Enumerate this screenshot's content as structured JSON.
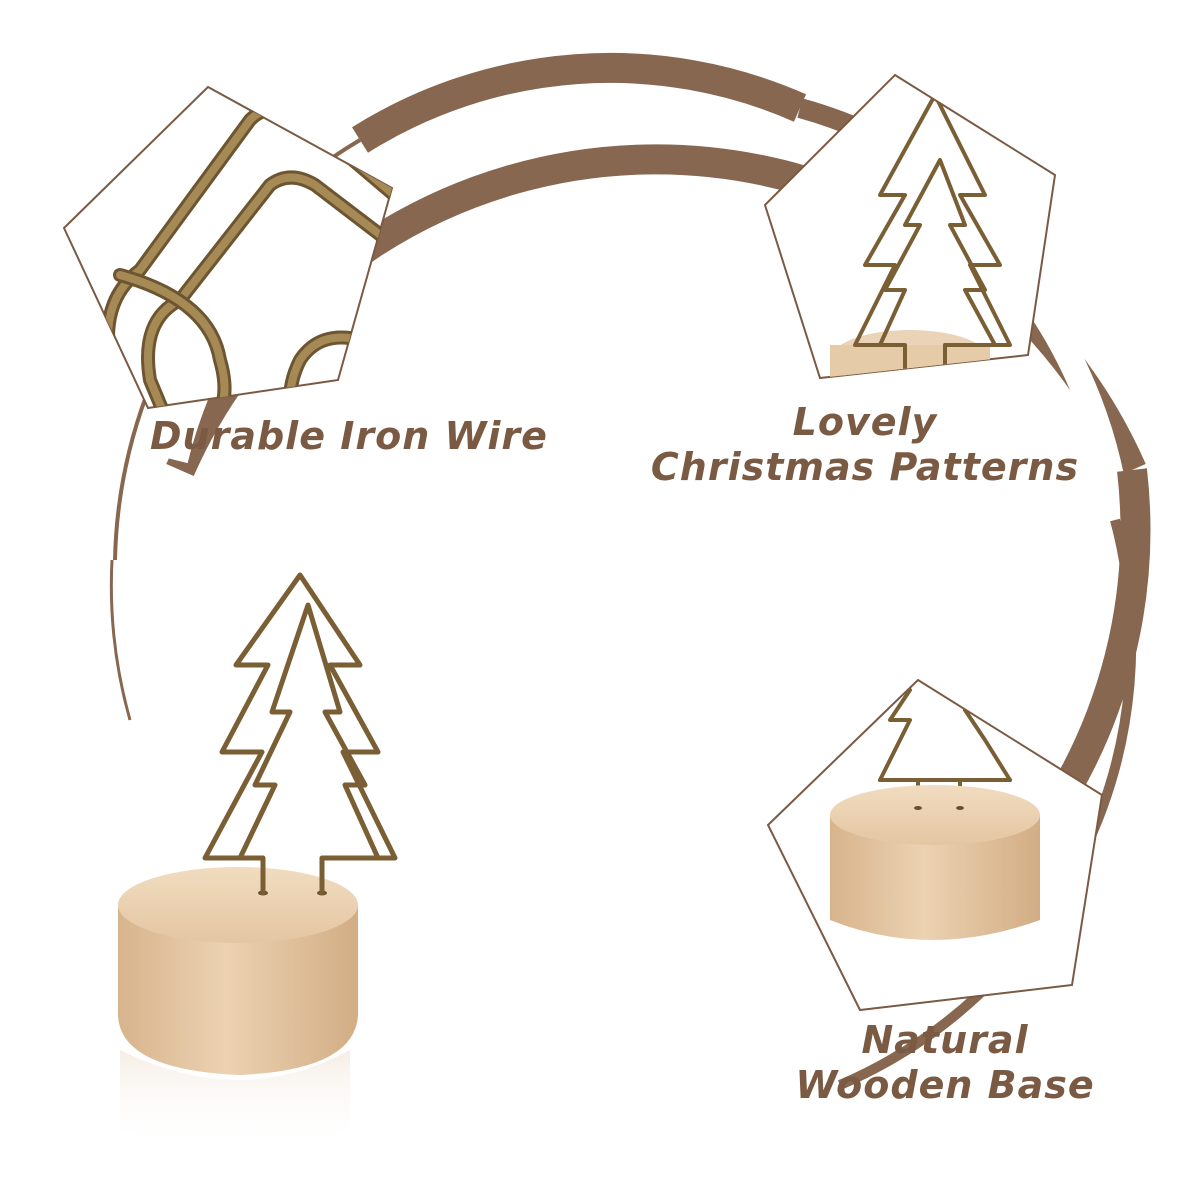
{
  "colors": {
    "accent": "#87674f",
    "text": "#7b5a43",
    "wood": "#e3c4a0",
    "wire": "#8a6a3e",
    "background": "#ffffff"
  },
  "labels": {
    "durable": "Durable Iron Wire",
    "lovely_line1": "Lovely",
    "lovely_line2": "Christmas Patterns",
    "natural_line1": "Natural",
    "natural_line2": "Wooden Base"
  }
}
